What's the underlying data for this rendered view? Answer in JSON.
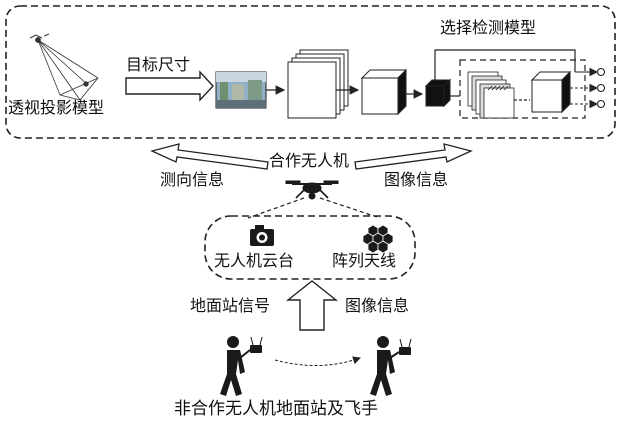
{
  "top_panel": {
    "perspective_model_label": "透视投影模型",
    "target_size_label": "目标尺寸",
    "select_model_label": "选择检测模型"
  },
  "middle": {
    "cooperative_uav_label": "合作无人机",
    "direction_info_label": "测向信息",
    "image_info_label": "图像信息"
  },
  "payload": {
    "gimbal_label": "无人机云台",
    "array_antenna_label": "阵列天线"
  },
  "signals": {
    "ground_station_signal_label": "地面站信号",
    "image_info_label": "图像信息"
  },
  "bottom": {
    "caption": "非合作无人机地面站及飞手"
  },
  "colors": {
    "line": "#222222",
    "gray_fill": "#bdbdbd"
  }
}
